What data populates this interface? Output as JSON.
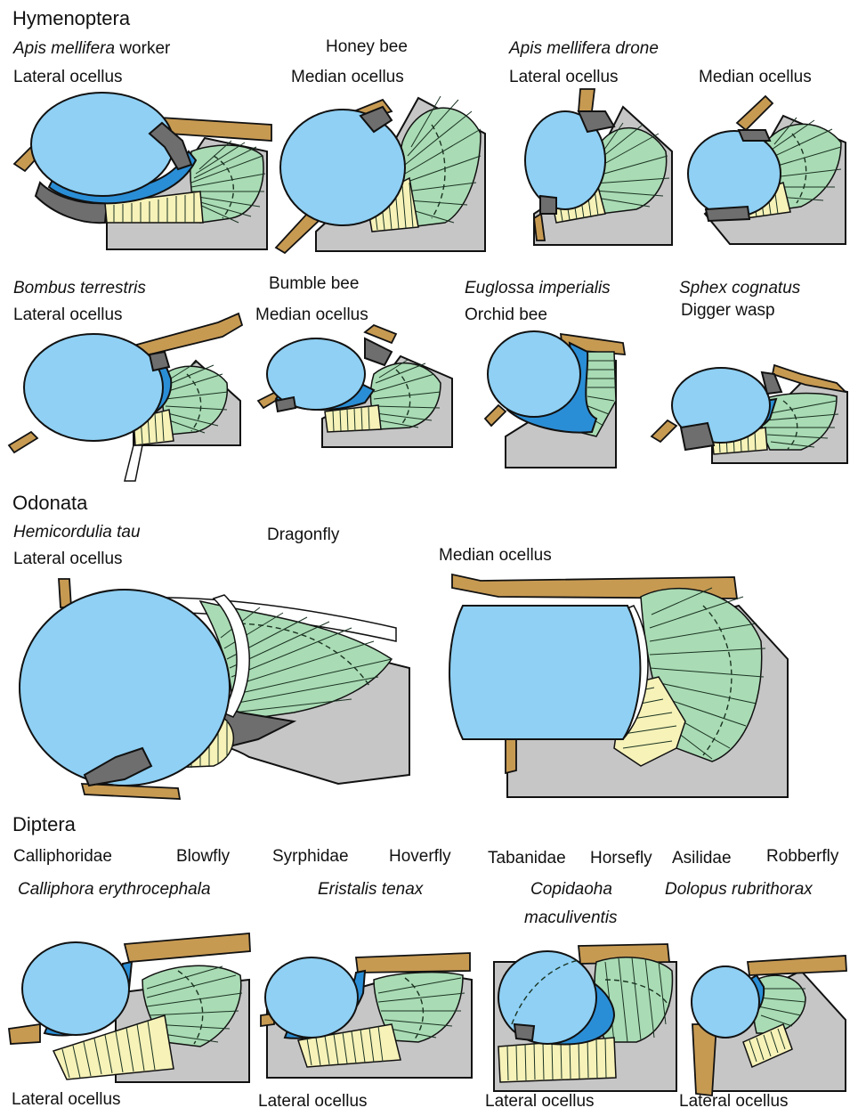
{
  "sections": {
    "hymenoptera": "Hymenoptera",
    "odonata": "Odonata",
    "diptera": "Diptera"
  },
  "hym": {
    "apis_worker_species": "Apis mellifera",
    "apis_worker_suffix": " worker",
    "honey_bee": "Honey bee",
    "apis_drone": "Apis mellifera drone",
    "lateral_1": "Lateral ocellus",
    "median_1": "Median ocellus",
    "lateral_2": "Lateral ocellus",
    "median_2": "Median ocellus",
    "bombus": "Bombus terrestris",
    "bumble_bee": "Bumble bee",
    "euglossa": "Euglossa imperialis",
    "sphex": "Sphex cognatus",
    "lateral_3": "Lateral ocellus",
    "median_3": "Median ocellus",
    "orchid_bee": "Orchid bee",
    "digger_wasp": "Digger wasp"
  },
  "odo": {
    "hemicordulia": "Hemicordulia tau",
    "dragonfly": "Dragonfly",
    "lateral": "Lateral ocellus",
    "median": "Median ocellus"
  },
  "dip": {
    "calliphoridae": "Calliphoridae",
    "blowfly": "Blowfly",
    "syrphidae": "Syrphidae",
    "hoverfly": "Hoverfly",
    "tabanidae": "Tabanidae",
    "horsefly": "Horsefly",
    "asilidae": "Asilidae",
    "robberfly": "Robberfly",
    "calliphora": "Calliphora erythrocephala",
    "eristalis": "Eristalis tenax",
    "copidaoha_1": "Copidaoha",
    "copidaoha_2": "maculiventis",
    "dolopus": "Dolopus rubrithorax",
    "lateral_1": "Lateral ocellus",
    "lateral_2": "Lateral ocellus",
    "lateral_3": "Lateral ocellus",
    "lateral_4": "Lateral ocellus"
  },
  "colors": {
    "lens": "#8fd0f4",
    "inner_lens": "#2a8ed6",
    "retina_green": "#a9dbb4",
    "retina_yellow": "#f6f2b8",
    "cuticle": "#c79a52",
    "pigment": "#6e6e6e",
    "tissue": "#c6c6c6"
  }
}
